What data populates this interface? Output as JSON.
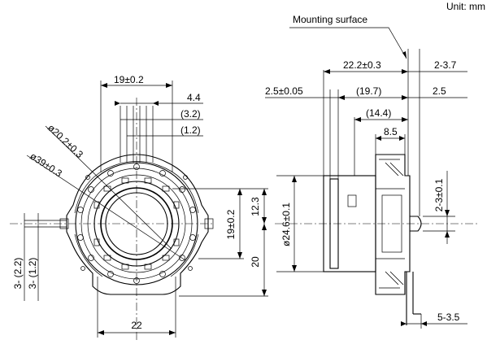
{
  "units": "Unit: mm",
  "mounting_surface": "Mounting surface",
  "front_view": {
    "dim_19_top": "19±0.2",
    "dim_4_4": "4.4",
    "dim_3_2": "(3.2)",
    "dim_1_2": "(1.2)",
    "dia_20_2": "ø20.2±0.3",
    "dia_39": "ø39±0.3",
    "dim_12_3": "12.3",
    "dim_19_right": "19±0.2",
    "dim_20": "20",
    "dim_22": "22",
    "dim_3_2_2": "3- (2.2)",
    "dim_3_1_2": "3- (1.2)"
  },
  "side_view": {
    "dim_22_2": "22.2±0.3",
    "dim_2_3_7": "2-3.7",
    "dim_2_5_005": "2.5±0.05",
    "dim_19_7": "(19.7)",
    "dim_2_5": "2.5",
    "dim_14_4": "(14.4)",
    "dim_8_5": "8.5",
    "dim_2_3_01": "2-3±0.1",
    "dia_24_6": "ø24.6±0.1",
    "dim_5_3_5": "5-3.5"
  }
}
